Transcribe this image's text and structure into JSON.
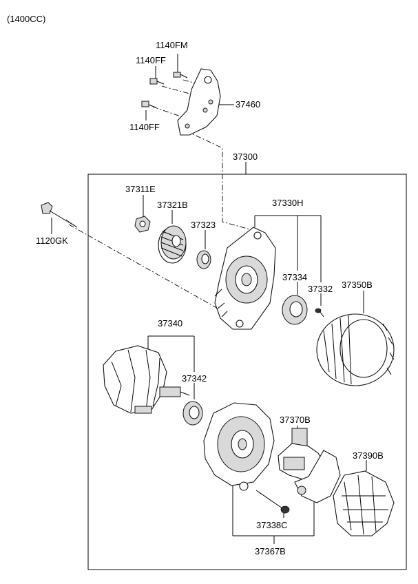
{
  "header": {
    "variant": "(1400CC)"
  },
  "labels": {
    "p1140FM": "1140FM",
    "p1140FF_top": "1140FF",
    "p37460": "37460",
    "p1140FF_bot": "1140FF",
    "p37300": "37300",
    "p37311E": "37311E",
    "p37321B": "37321B",
    "p37330H": "37330H",
    "p1120GK": "1120GK",
    "p37323": "37323",
    "p37334": "37334",
    "p37332": "37332",
    "p37350B": "37350B",
    "p37340": "37340",
    "p37342": "37342",
    "p37370B": "37370B",
    "p37390B": "37390B",
    "p37338C": "37338C",
    "p37367B": "37367B"
  }
}
